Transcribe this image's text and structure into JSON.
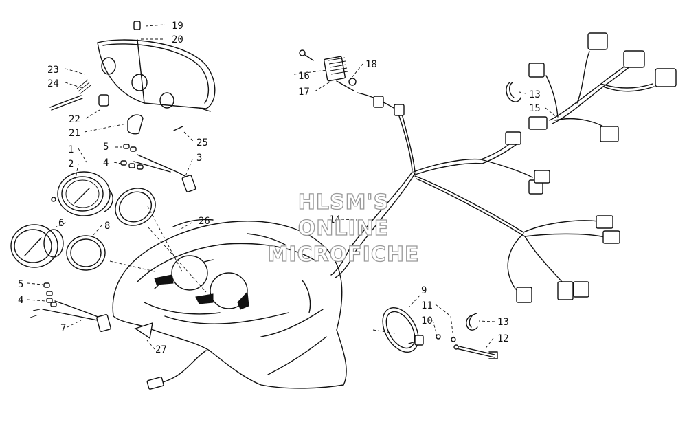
{
  "watermark": {
    "line1": "HLSM'S",
    "line2": "ONLINE",
    "line3": "MICROFICHE"
  },
  "callouts": [
    "19",
    "20",
    "23",
    "24",
    "22",
    "21",
    "25",
    "1",
    "2",
    "5",
    "4",
    "3",
    "6",
    "8",
    "26",
    "5",
    "4",
    "7",
    "27",
    "14",
    "16",
    "17",
    "18",
    "13",
    "15",
    "9",
    "11",
    "10",
    "13",
    "12"
  ]
}
